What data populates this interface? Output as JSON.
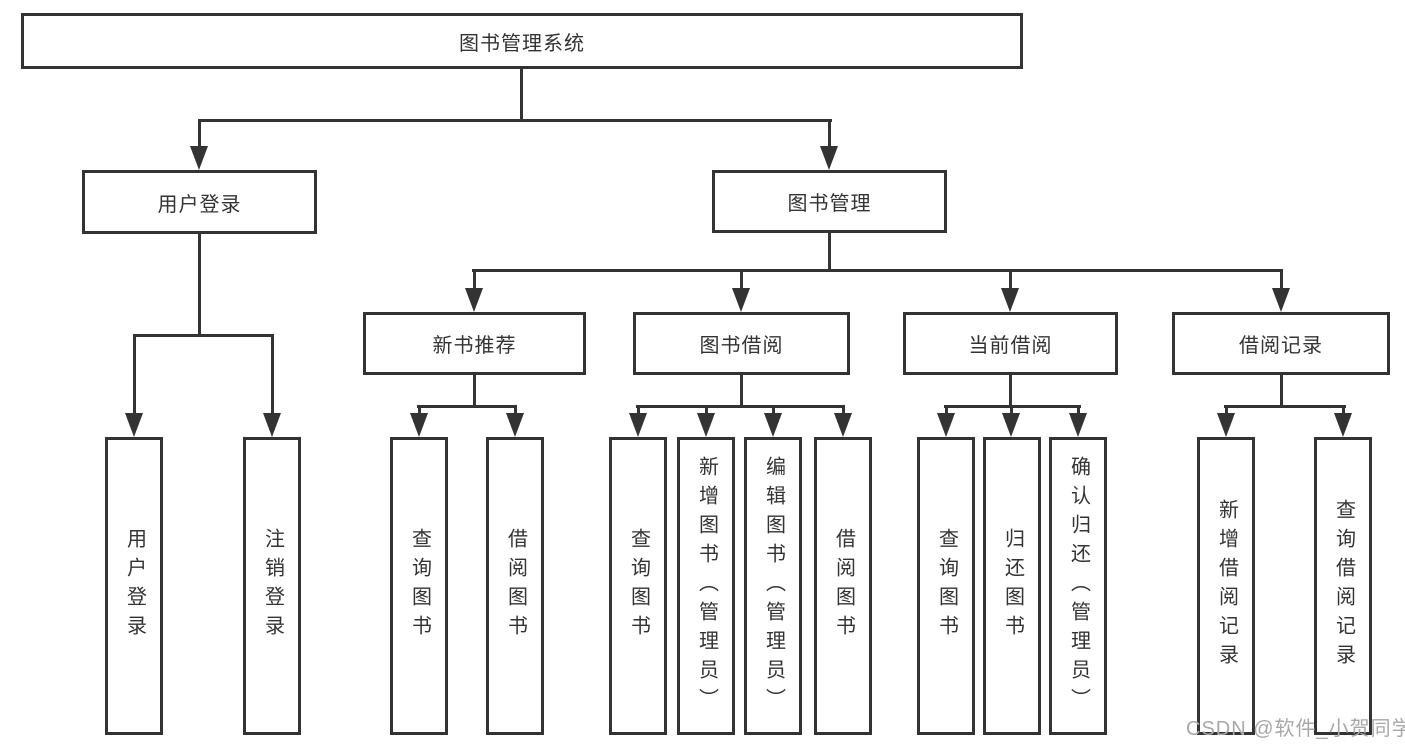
{
  "title": "图书管理系统",
  "watermark": "CSDN @软件_小贺同学",
  "colors": {
    "line": "#333333",
    "box_background": "#ffffff",
    "text": "#333333",
    "watermark_text": "#a8a8a8"
  },
  "level1": {
    "user_login": "用户登录",
    "book_mgmt": "图书管理"
  },
  "user_login_children": [
    "用户登录",
    "注销登录"
  ],
  "modules": [
    {
      "label": "新书推荐",
      "children": [
        "查询图书",
        "借阅图书"
      ]
    },
    {
      "label": "图书借阅",
      "children": [
        "查询图书",
        "新增图书（管理员）",
        "编辑图书（管理员）",
        "借阅图书"
      ]
    },
    {
      "label": "当前借阅",
      "children": [
        "查询图书",
        "归还图书",
        "确认归还（管理员）"
      ]
    },
    {
      "label": "借阅记录",
      "children": [
        "新增借阅记录",
        "查询借阅记录"
      ]
    }
  ]
}
